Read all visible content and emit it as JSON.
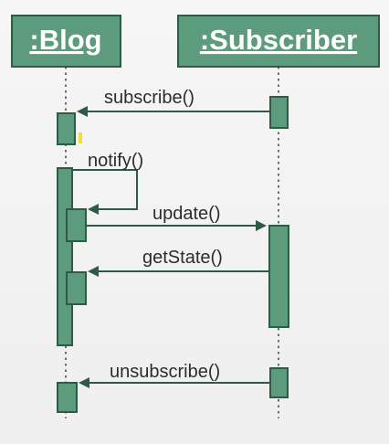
{
  "diagram": {
    "participants": [
      {
        "label": ":Blog"
      },
      {
        "label": ":Subscriber"
      }
    ],
    "messages": [
      {
        "label": "subscribe()"
      },
      {
        "label": "notify()"
      },
      {
        "label": "update()"
      },
      {
        "label": "getState()"
      },
      {
        "label": "unsubscribe()"
      }
    ],
    "colors": {
      "box_fill": "#5d9b7d",
      "box_stroke": "#2f5a45",
      "text_light": "#ffffff",
      "text_dark": "#2c2c2c",
      "marker": "#f2df3a"
    }
  }
}
